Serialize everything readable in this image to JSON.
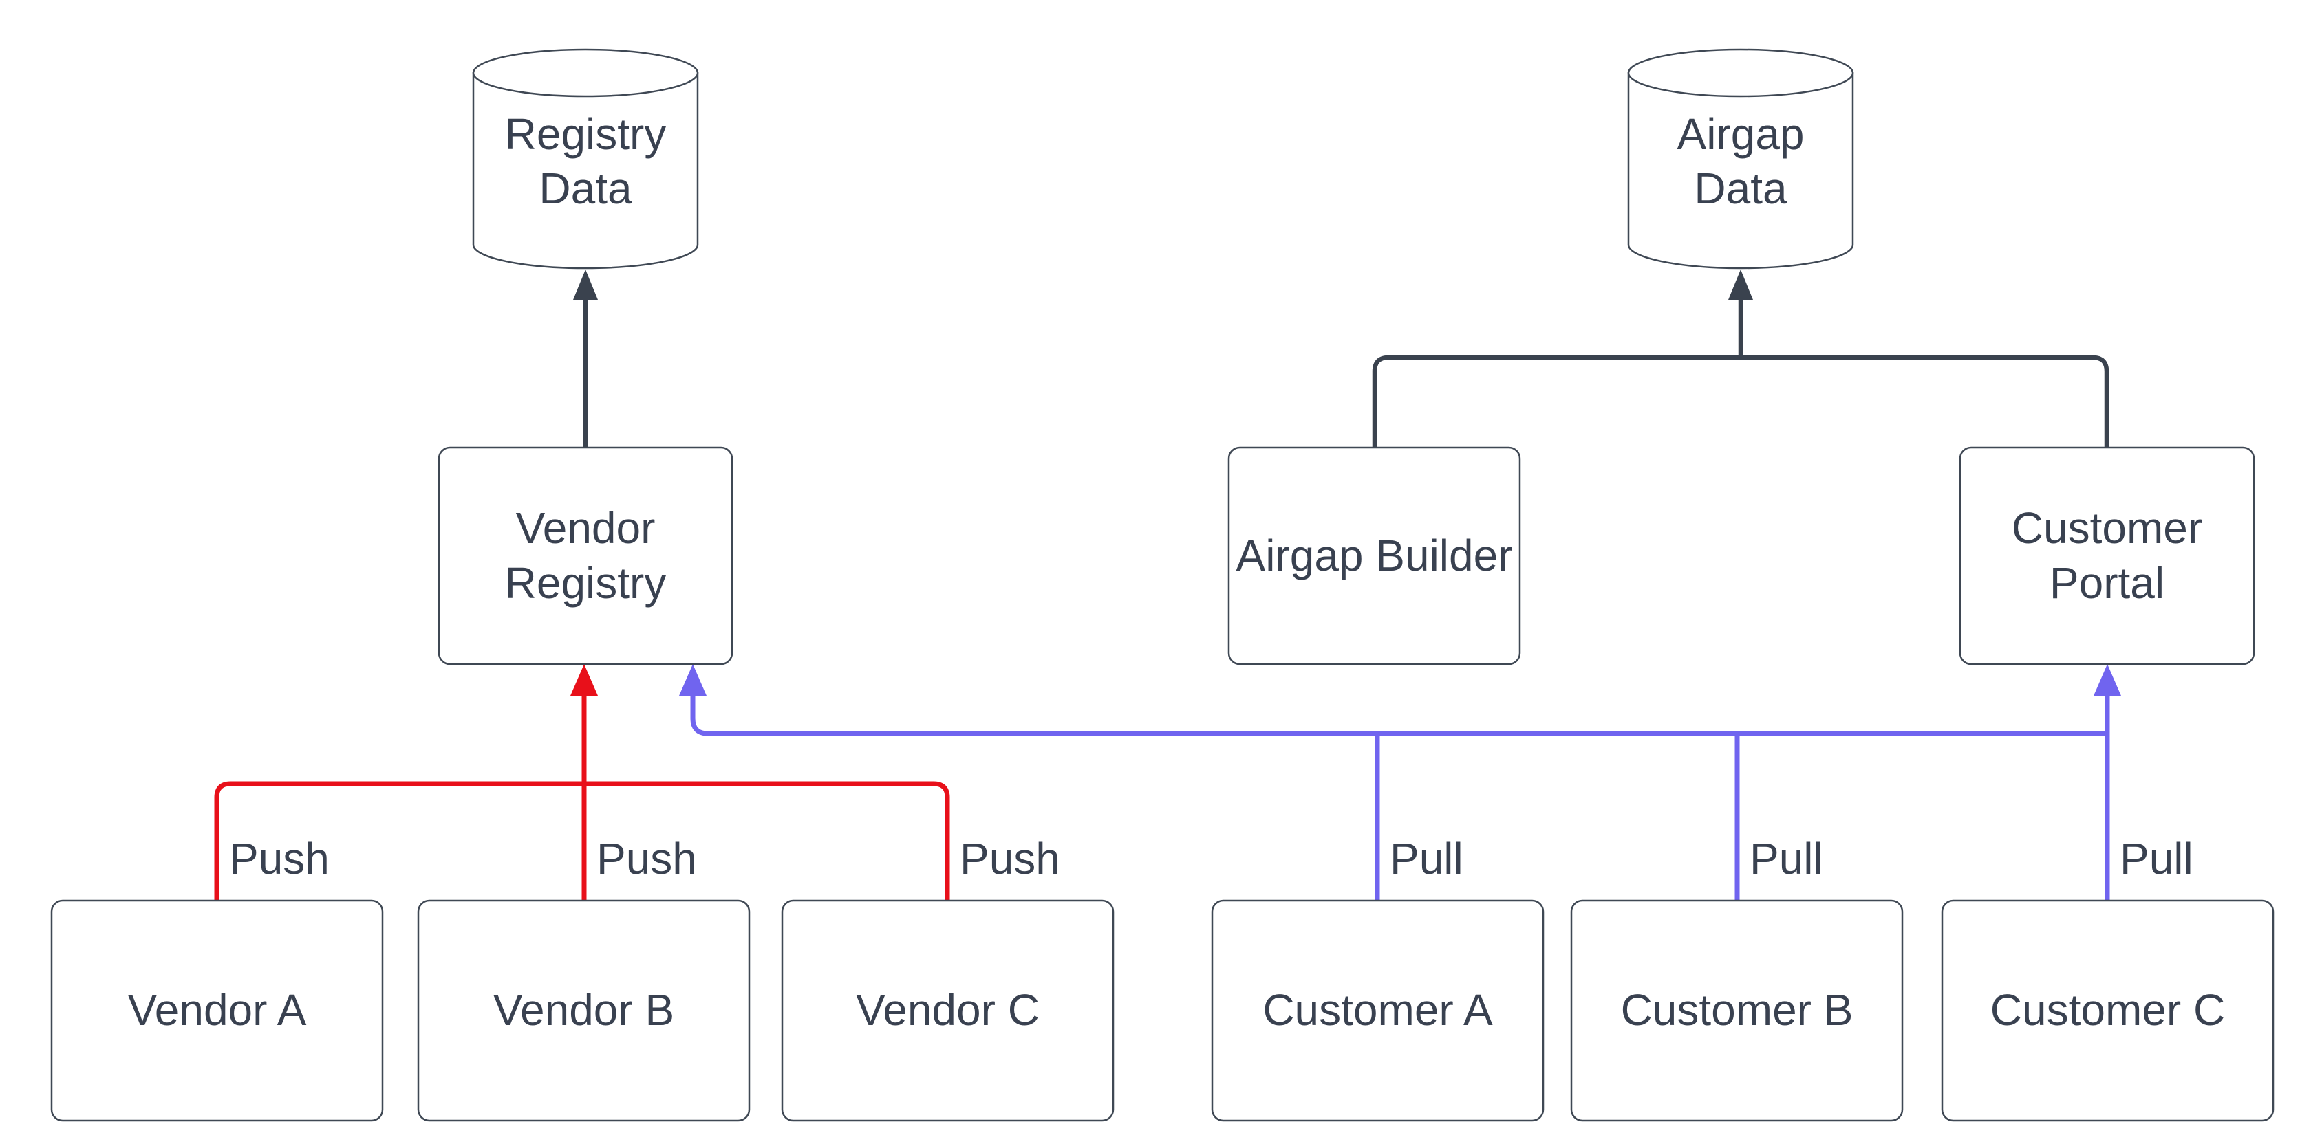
{
  "diagram": {
    "type": "flowchart",
    "background": "#ffffff",
    "colors": {
      "default_edge": "#3a424e",
      "push_edge": "#e8101a",
      "pull_edge": "#7064ef",
      "node_border": "#3f4854",
      "node_fill": "#ffffff",
      "label_text": "#394150"
    },
    "nodes": {
      "registry_data": {
        "label": "Registry Data",
        "shape": "cylinder"
      },
      "airgap_data": {
        "label": "Airgap Data",
        "shape": "cylinder"
      },
      "vendor_registry": {
        "label": "Vendor Registry",
        "shape": "rounded-rect"
      },
      "airgap_builder": {
        "label": "Airgap Builder",
        "shape": "rounded-rect"
      },
      "customer_portal": {
        "label": "Customer Portal",
        "shape": "rounded-rect"
      },
      "vendor_a": {
        "label": "Vendor A",
        "shape": "rounded-rect"
      },
      "vendor_b": {
        "label": "Vendor B",
        "shape": "rounded-rect"
      },
      "vendor_c": {
        "label": "Vendor C",
        "shape": "rounded-rect"
      },
      "customer_a": {
        "label": "Customer A",
        "shape": "rounded-rect"
      },
      "customer_b": {
        "label": "Customer B",
        "shape": "rounded-rect"
      },
      "customer_c": {
        "label": "Customer C",
        "shape": "rounded-rect"
      }
    },
    "edges": [
      {
        "from": "vendor_registry",
        "to": "registry_data",
        "label": "",
        "style": "default"
      },
      {
        "from": "airgap_builder",
        "to": "airgap_data",
        "label": "",
        "style": "default"
      },
      {
        "from": "customer_portal",
        "to": "airgap_data",
        "label": "",
        "style": "default"
      },
      {
        "from": "vendor_a",
        "to": "vendor_registry",
        "label": "Push",
        "style": "push"
      },
      {
        "from": "vendor_b",
        "to": "vendor_registry",
        "label": "Push",
        "style": "push"
      },
      {
        "from": "vendor_c",
        "to": "vendor_registry",
        "label": "Push",
        "style": "push"
      },
      {
        "from": "customer_a",
        "to": "vendor_registry",
        "label": "Pull",
        "style": "pull"
      },
      {
        "from": "customer_b",
        "to": "vendor_registry",
        "label": "Pull",
        "style": "pull"
      },
      {
        "from": "customer_c",
        "to": "customer_portal",
        "label": "Pull",
        "style": "pull"
      }
    ],
    "edge_labels": {
      "push_vendor_a": "Push",
      "push_vendor_b": "Push",
      "push_vendor_c": "Push",
      "pull_customer_a": "Pull",
      "pull_customer_b": "Pull",
      "pull_customer_c": "Pull"
    }
  }
}
